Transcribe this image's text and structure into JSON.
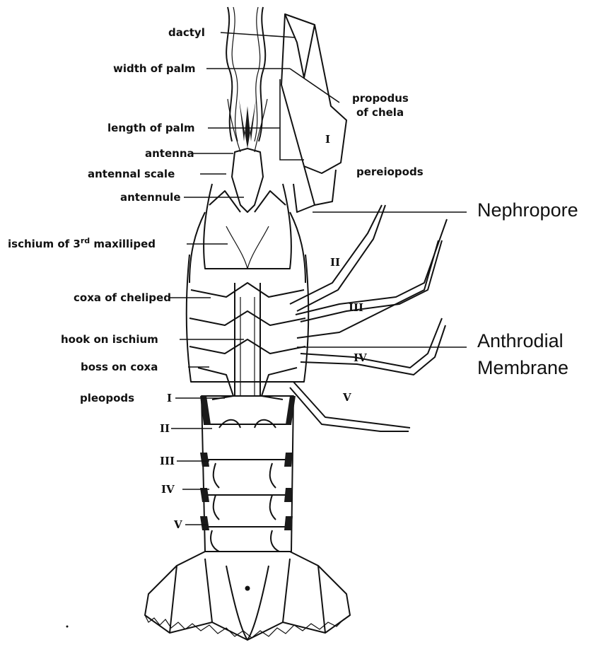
{
  "labels": {
    "dactyl": "dactyl",
    "width_of_palm": "width of palm",
    "propodus": "propodus",
    "of_chela": "of chela",
    "length_of_palm": "length of palm",
    "antenna": "antenna",
    "antennal_scale": "antennal scale",
    "antennule": "antennule",
    "pereiopods": "pereiopods",
    "nephropore": "Nephropore",
    "ischium_prefix": "ischium of 3",
    "ischium_sup": "rd",
    "ischium_suffix": " maxilliped",
    "coxa_of_cheliped": "coxa of cheliped",
    "hook_on_ischium": "hook on ischium",
    "anthrodial": "Anthrodial",
    "membrane": "Membrane",
    "boss_on_coxa": "boss on coxa",
    "pleopods": "pleopods"
  },
  "pereiopod_numerals": [
    "I",
    "II",
    "III",
    "IV",
    "V"
  ],
  "pleopod_numerals": [
    "I",
    "II",
    "III",
    "IV",
    "V"
  ]
}
